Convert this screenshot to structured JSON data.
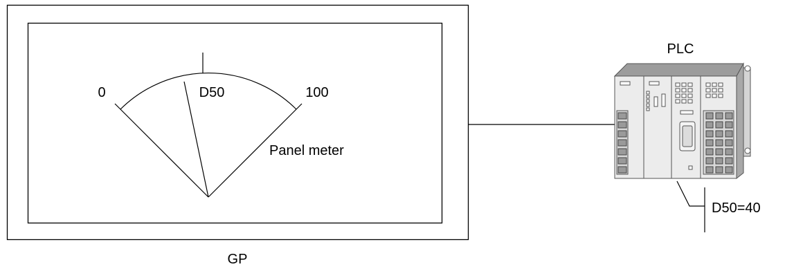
{
  "gp": {
    "label": "GP",
    "meter": {
      "scale_min": "0",
      "scale_max": "100",
      "pointer_label": "D50",
      "caption": "Panel meter"
    }
  },
  "plc": {
    "label": "PLC",
    "register_annotation": "D50=40"
  },
  "colors": {
    "line": "#000000",
    "plc_body": "#ececec",
    "plc_shadow": "#a8a8a8",
    "plc_edge": "#555555"
  },
  "icons": [
    "plc-module-icon"
  ]
}
